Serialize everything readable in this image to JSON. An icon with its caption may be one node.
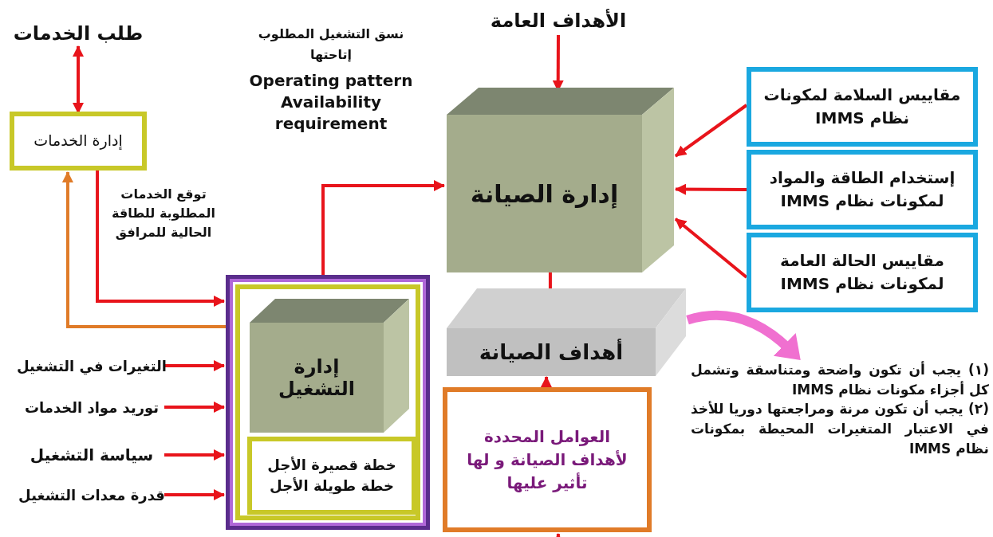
{
  "diagram": {
    "nodes": [
      {
        "text": [
          "طلب الخدمات"
        ]
      },
      {
        "text": [
          "إدارة الخدمات"
        ]
      },
      {
        "text": [],
        "shape": "box"
      },
      {
        "text": [
          "إدارة التشغيل"
        ],
        "in": 2
      },
      {
        "text": [
          "خطة قصيرة الأجل خطة طويلة الأجل"
        ],
        "in": 2
      },
      {
        "text": [
          "الأهداف العامة"
        ]
      },
      {
        "text": [
          "إدارة الصيانة"
        ]
      },
      {
        "text": [
          "مقاييس السلامة لمكونات نظام IMMS"
        ]
      },
      {
        "text": [
          "إستخدام الطاقة والمواد لمكونات نظام IMMS"
        ]
      },
      {
        "text": [
          "مقاييس الحالة العامة لمكونات نظام IMMS"
        ]
      },
      {
        "text": [
          "أهداف الصيانة"
        ]
      },
      {
        "text": [
          "العوامل المحددة لأهداف الصيانة و لها تأثير عليها"
        ]
      },
      {
        "text": [
          "(١) يجب أن تكون واضحة ومتناسقة وتشمل كل أجزاء مكونات نظام IMMS",
          "(٢) يجب أن تكون مرنة ومراجعتها دوريا للأخذ في الاعتبار المتغيرات المحيطة بمكونات نظام IMMS"
        ]
      },
      {
        "text": [
          "التغيرات في التشغيل"
        ]
      },
      {
        "text": [
          "توريد مواد الخدمات"
        ]
      },
      {
        "text": [
          "سياسة التشغيل"
        ]
      },
      {
        "text": [
          "قدرة معدات التشغيل"
        ]
      }
    ],
    "edges": [
      {
        "from": 0,
        "to": 1,
        "arrow": "both"
      },
      {
        "from": 1,
        "to": 2,
        "arrow": "to",
        "label": "توقع الخدمات المطلوبة للطاقة الحالية للمرافق"
      },
      {
        "from": 2,
        "to": 1,
        "arrow": "to",
        "color": "#e07b28"
      },
      {
        "from": 2,
        "to": 6,
        "arrow": "to"
      },
      {
        "from": 5,
        "to": 6,
        "arrow": "to"
      },
      {
        "from": 7,
        "to": 6,
        "arrow": "to"
      },
      {
        "from": 8,
        "to": 6,
        "arrow": "to"
      },
      {
        "from": 9,
        "to": 6,
        "arrow": "to"
      },
      {
        "from": 6,
        "to": 10,
        "arrow": "to"
      },
      {
        "from": 11,
        "to": 10,
        "arrow": "to"
      },
      {
        "from": 10,
        "to": 12,
        "arrow": "to",
        "style": "thick",
        "color": "#f070d0"
      },
      {
        "from": null,
        "to": 11,
        "arrow": "to"
      },
      {
        "from": 13,
        "to": 2,
        "arrow": "to"
      },
      {
        "from": 14,
        "to": 2,
        "arrow": "to"
      },
      {
        "from": 15,
        "to": 2,
        "arrow": "to"
      },
      {
        "from": 16,
        "to": 2,
        "arrow": "to"
      }
    ],
    "labels": [
      "نسق التشغيل المطلوب إتاحتها",
      "Operating pattern Availability requirement"
    ]
  }
}
